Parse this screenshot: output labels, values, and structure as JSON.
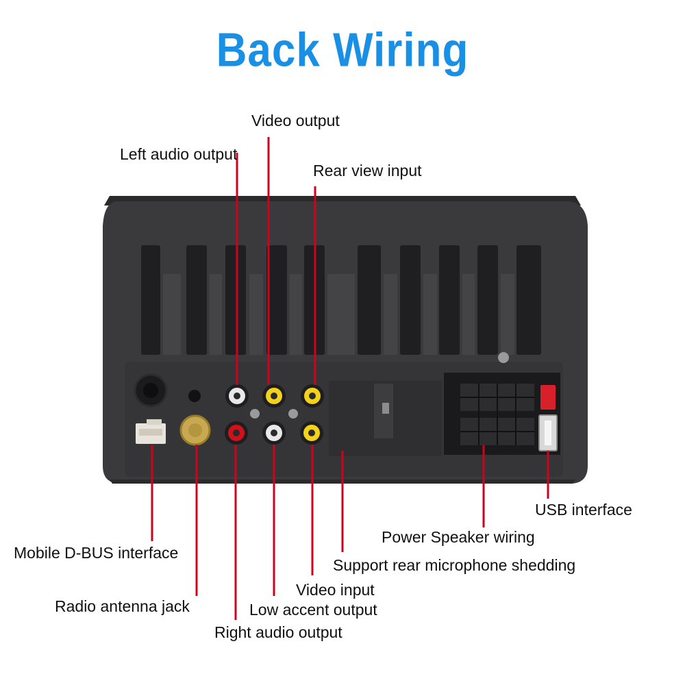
{
  "title": "Back Wiring",
  "colors": {
    "title": "#1a8fe6",
    "leader": "#d0021b",
    "housing": "#3a3a3c"
  },
  "labels": {
    "video_output": "Video output",
    "left_audio_output": "Left audio output",
    "rear_view_input": "Rear view input",
    "usb_interface": "USB interface",
    "power_speaker_wiring": "Power Speaker wiring",
    "mobile_dbus_interface": "Mobile D-BUS interface",
    "support_rear_microphone": "Support rear microphone shedding",
    "video_input": "Video input",
    "radio_antenna_jack": "Radio antenna jack",
    "low_accent_output": "Low accent output",
    "right_audio_output": "Right audio output"
  }
}
